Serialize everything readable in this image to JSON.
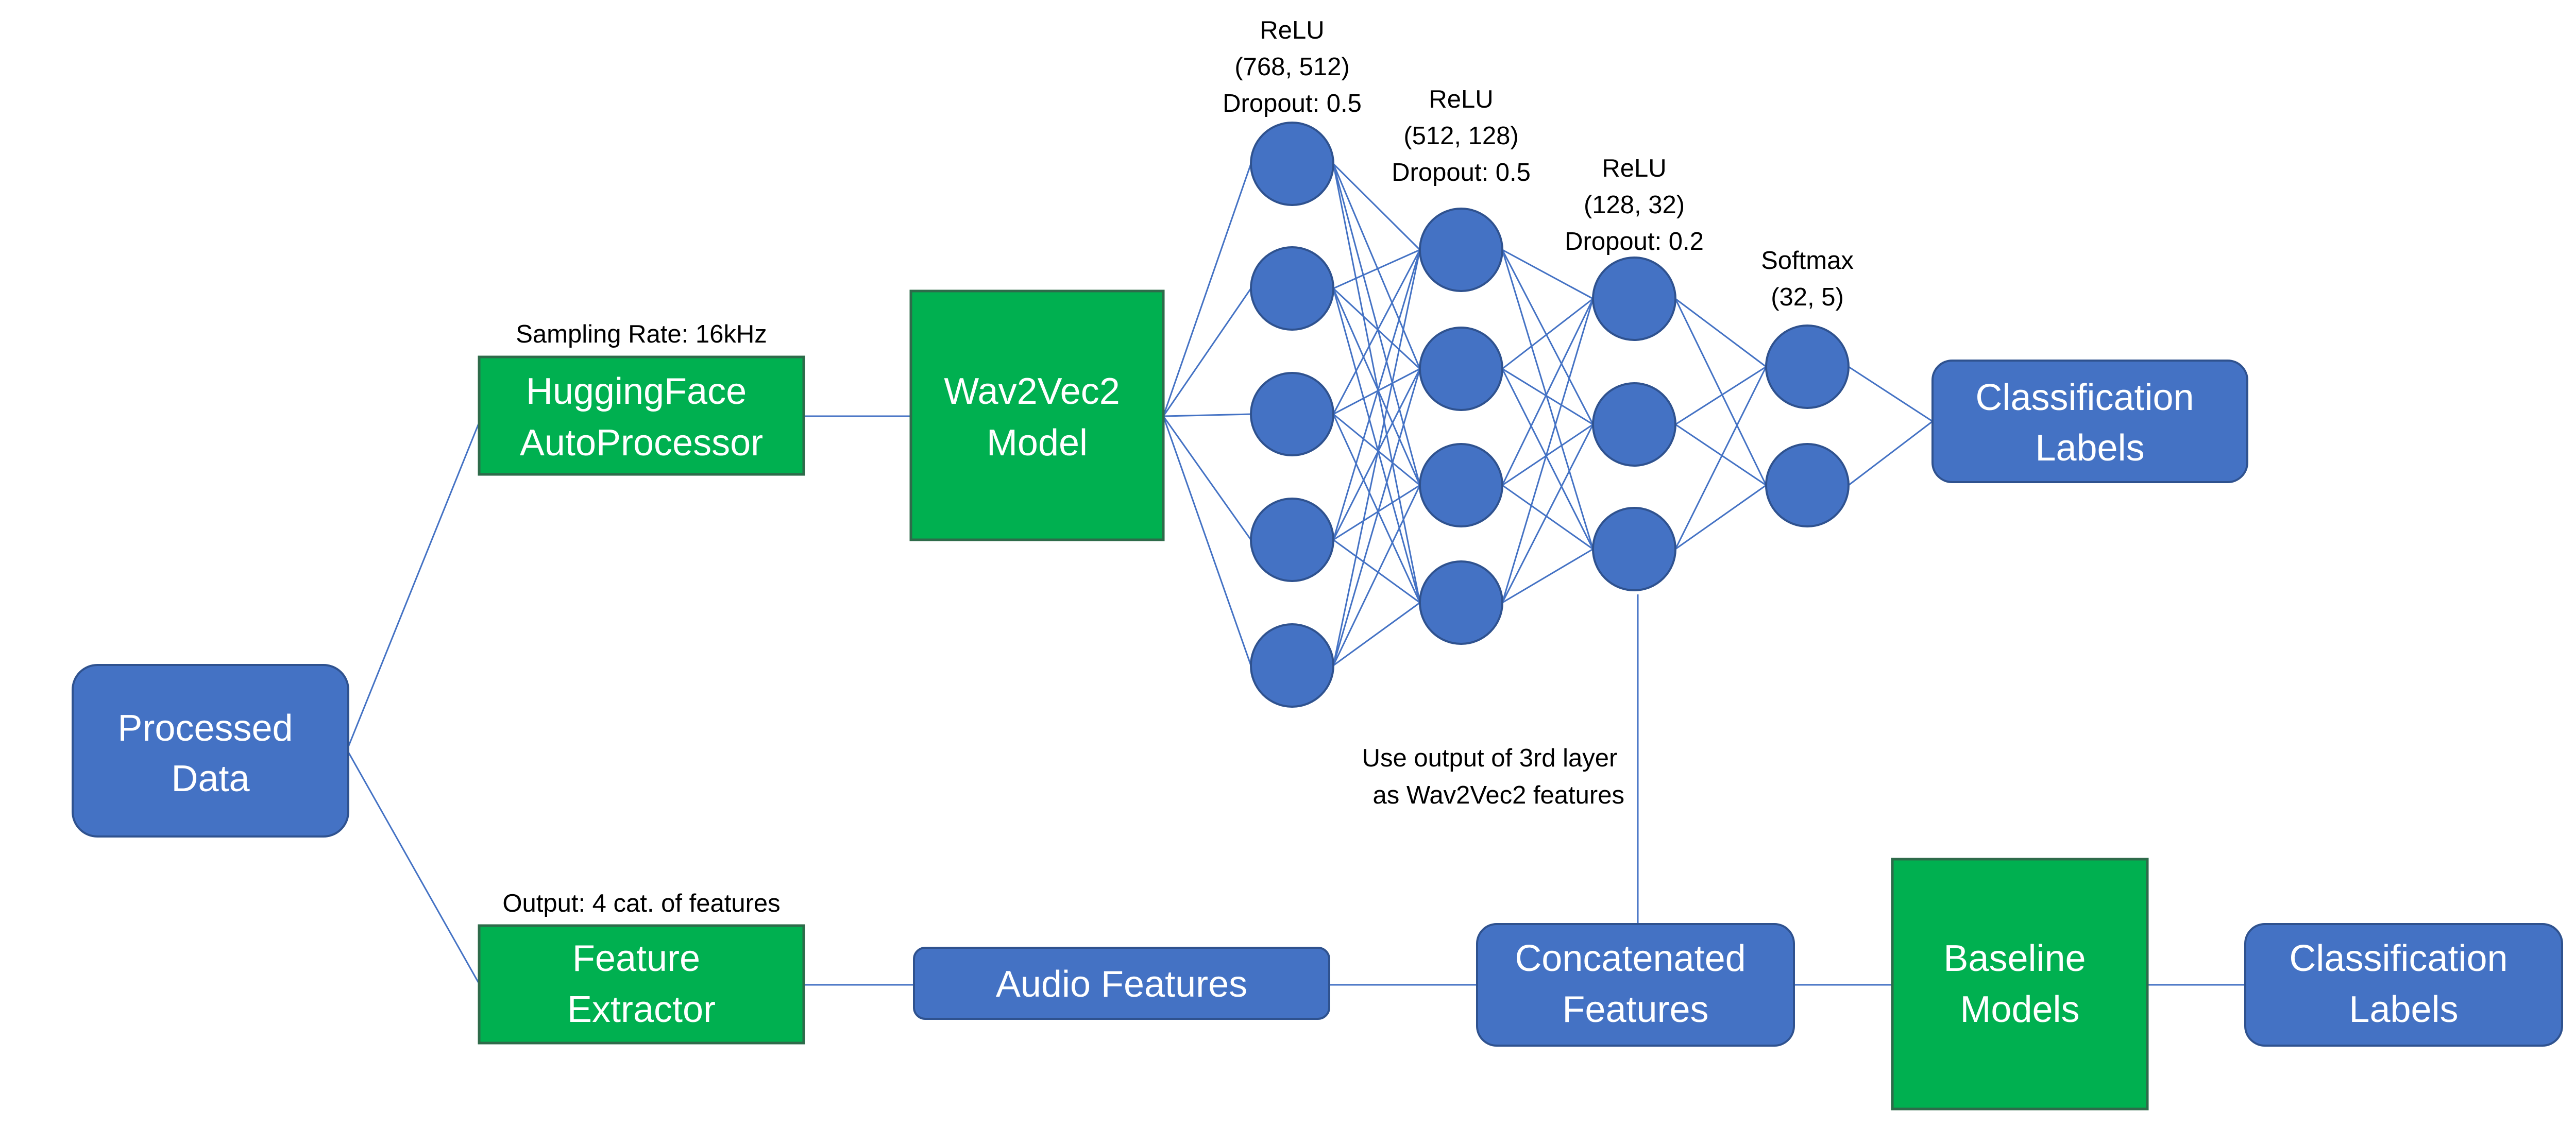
{
  "colors": {
    "blue_fill": "#4472C4",
    "blue_stroke": "#2F528F",
    "green_fill": "#00B050",
    "green_stroke": "#2E6B4A",
    "line": "#4472C4",
    "note_text": "#000000",
    "node_text": "#ffffff"
  },
  "nodes": {
    "processed_data": [
      "Processed",
      "Data"
    ],
    "hf_processor": [
      "HuggingFace",
      "AutoProcessor"
    ],
    "wav2vec2": [
      "Wav2Vec2",
      "Model"
    ],
    "classification_top": [
      "Classification",
      "Labels"
    ],
    "feature_extractor": [
      "Feature",
      "Extractor"
    ],
    "audio_features": [
      "Audio Features"
    ],
    "concatenated": [
      "Concatenated",
      "Features"
    ],
    "baseline": [
      "Baseline",
      "Models"
    ],
    "classification_bottom": [
      "Classification",
      "Labels"
    ]
  },
  "notes": {
    "sampling_rate": "Sampling Rate: 16kHz",
    "feature_output": "Output: 4 cat. of features",
    "third_layer": [
      "Use output of 3rd layer",
      "as Wav2Vec2 features"
    ]
  },
  "layers": [
    {
      "activation": "ReLU",
      "shape": "(768, 512)",
      "dropout": "Dropout: 0.5",
      "neurons": 5
    },
    {
      "activation": "ReLU",
      "shape": "(512, 128)",
      "dropout": "Dropout: 0.5",
      "neurons": 4
    },
    {
      "activation": "ReLU",
      "shape": "(128, 32)",
      "dropout": "Dropout: 0.2",
      "neurons": 3
    },
    {
      "activation": "Softmax",
      "shape": "(32, 5)",
      "neurons": 2
    }
  ]
}
